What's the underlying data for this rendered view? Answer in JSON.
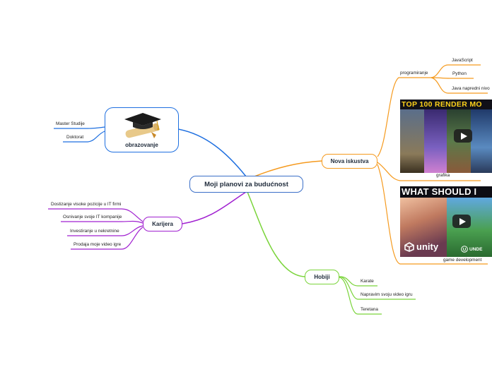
{
  "central": "Moji planovi za budućnost",
  "obrazovanje": {
    "label": "obrazovanje",
    "icon": "graduation-cap-diploma-icon",
    "items": [
      "Master Studije",
      "Doktorat"
    ]
  },
  "karijera": {
    "label": "Karijera",
    "items": [
      "Dostizanje visoke pozicije u IT firmi",
      "Osnivanje svoje IT kompanije",
      "Investiranje u nekretnine",
      "Prodaja moje video igre"
    ]
  },
  "nova_iskustva": {
    "label": "Nova iskustva",
    "programiranje": {
      "label": "programiranje",
      "items": [
        "JavaScript",
        "Python",
        "Java napredni nivo"
      ]
    },
    "grafika": {
      "label": "grafika",
      "thumbnail_text": "TOP 100 RENDER MO"
    },
    "game_dev": {
      "label": "game development",
      "thumbnail_text": "WHAT SHOULD I",
      "logo1": "unity",
      "logo2": "UNDE"
    }
  },
  "hobiji": {
    "label": "Hobiji",
    "items": [
      "Karate",
      "Napravim svoju video igru",
      "Teretana"
    ]
  },
  "colors": {
    "obrazovanje": "#1e6fe0",
    "karijera": "#a020d0",
    "nova_iskustva": "#f59a1e",
    "hobiji": "#7ad43a"
  }
}
